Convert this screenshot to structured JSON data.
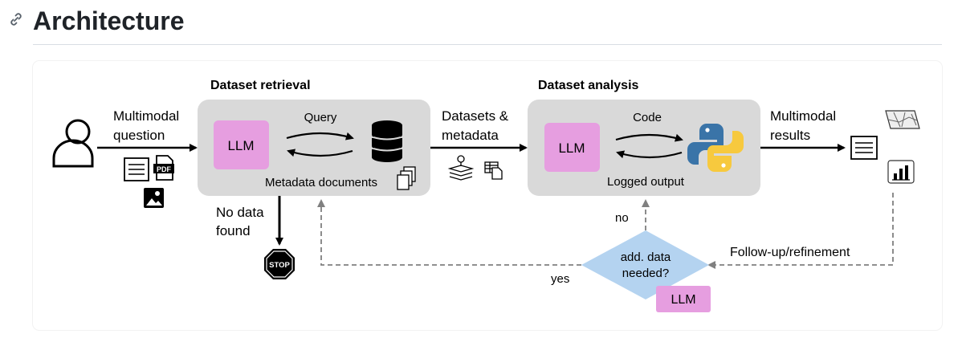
{
  "page": {
    "title": "Architecture"
  },
  "diagram": {
    "retrieval_title": "Dataset retrieval",
    "analysis_title": "Dataset analysis",
    "input_label_line1": "Multimodal",
    "input_label_line2": "question",
    "retrieval_llm": "LLM",
    "query_label": "Query",
    "metadata_docs_label": "Metadata documents",
    "datasets_label_line1": "Datasets &",
    "datasets_label_line2": "metadata",
    "analysis_llm": "LLM",
    "code_label": "Code",
    "logged_output_label": "Logged output",
    "results_label_line1": "Multimodal",
    "results_label_line2": "results",
    "no_data_line1": "No data",
    "no_data_line2": "found",
    "stop_label": "STOP",
    "pdf_label": "PDF",
    "no_label": "no",
    "yes_label": "yes",
    "decision_line1": "add. data",
    "decision_line2": "needed?",
    "decision_llm": "LLM",
    "followup_label": "Follow-up/refinement"
  },
  "colors": {
    "panel_fill": "#d9d9d9",
    "llm_fill": "#e69ee0",
    "decision_fill": "#b4d3f0",
    "arrow": "#000000",
    "dashed_arrow": "#808080",
    "python_blue": "#3a74a8",
    "python_yellow": "#f7c93e"
  },
  "icons": {
    "anchor": "link-icon",
    "user": "user-icon",
    "document": "document-icon",
    "pdf": "pdf-icon",
    "image": "image-icon",
    "database": "database-icon",
    "documents_stack": "documents-stack-icon",
    "map_layers": "map-layers-icon",
    "spreadsheet": "spreadsheet-icon",
    "python": "python-logo-icon",
    "stop": "stop-sign-icon",
    "map": "map-icon",
    "bar_chart": "bar-chart-icon"
  }
}
